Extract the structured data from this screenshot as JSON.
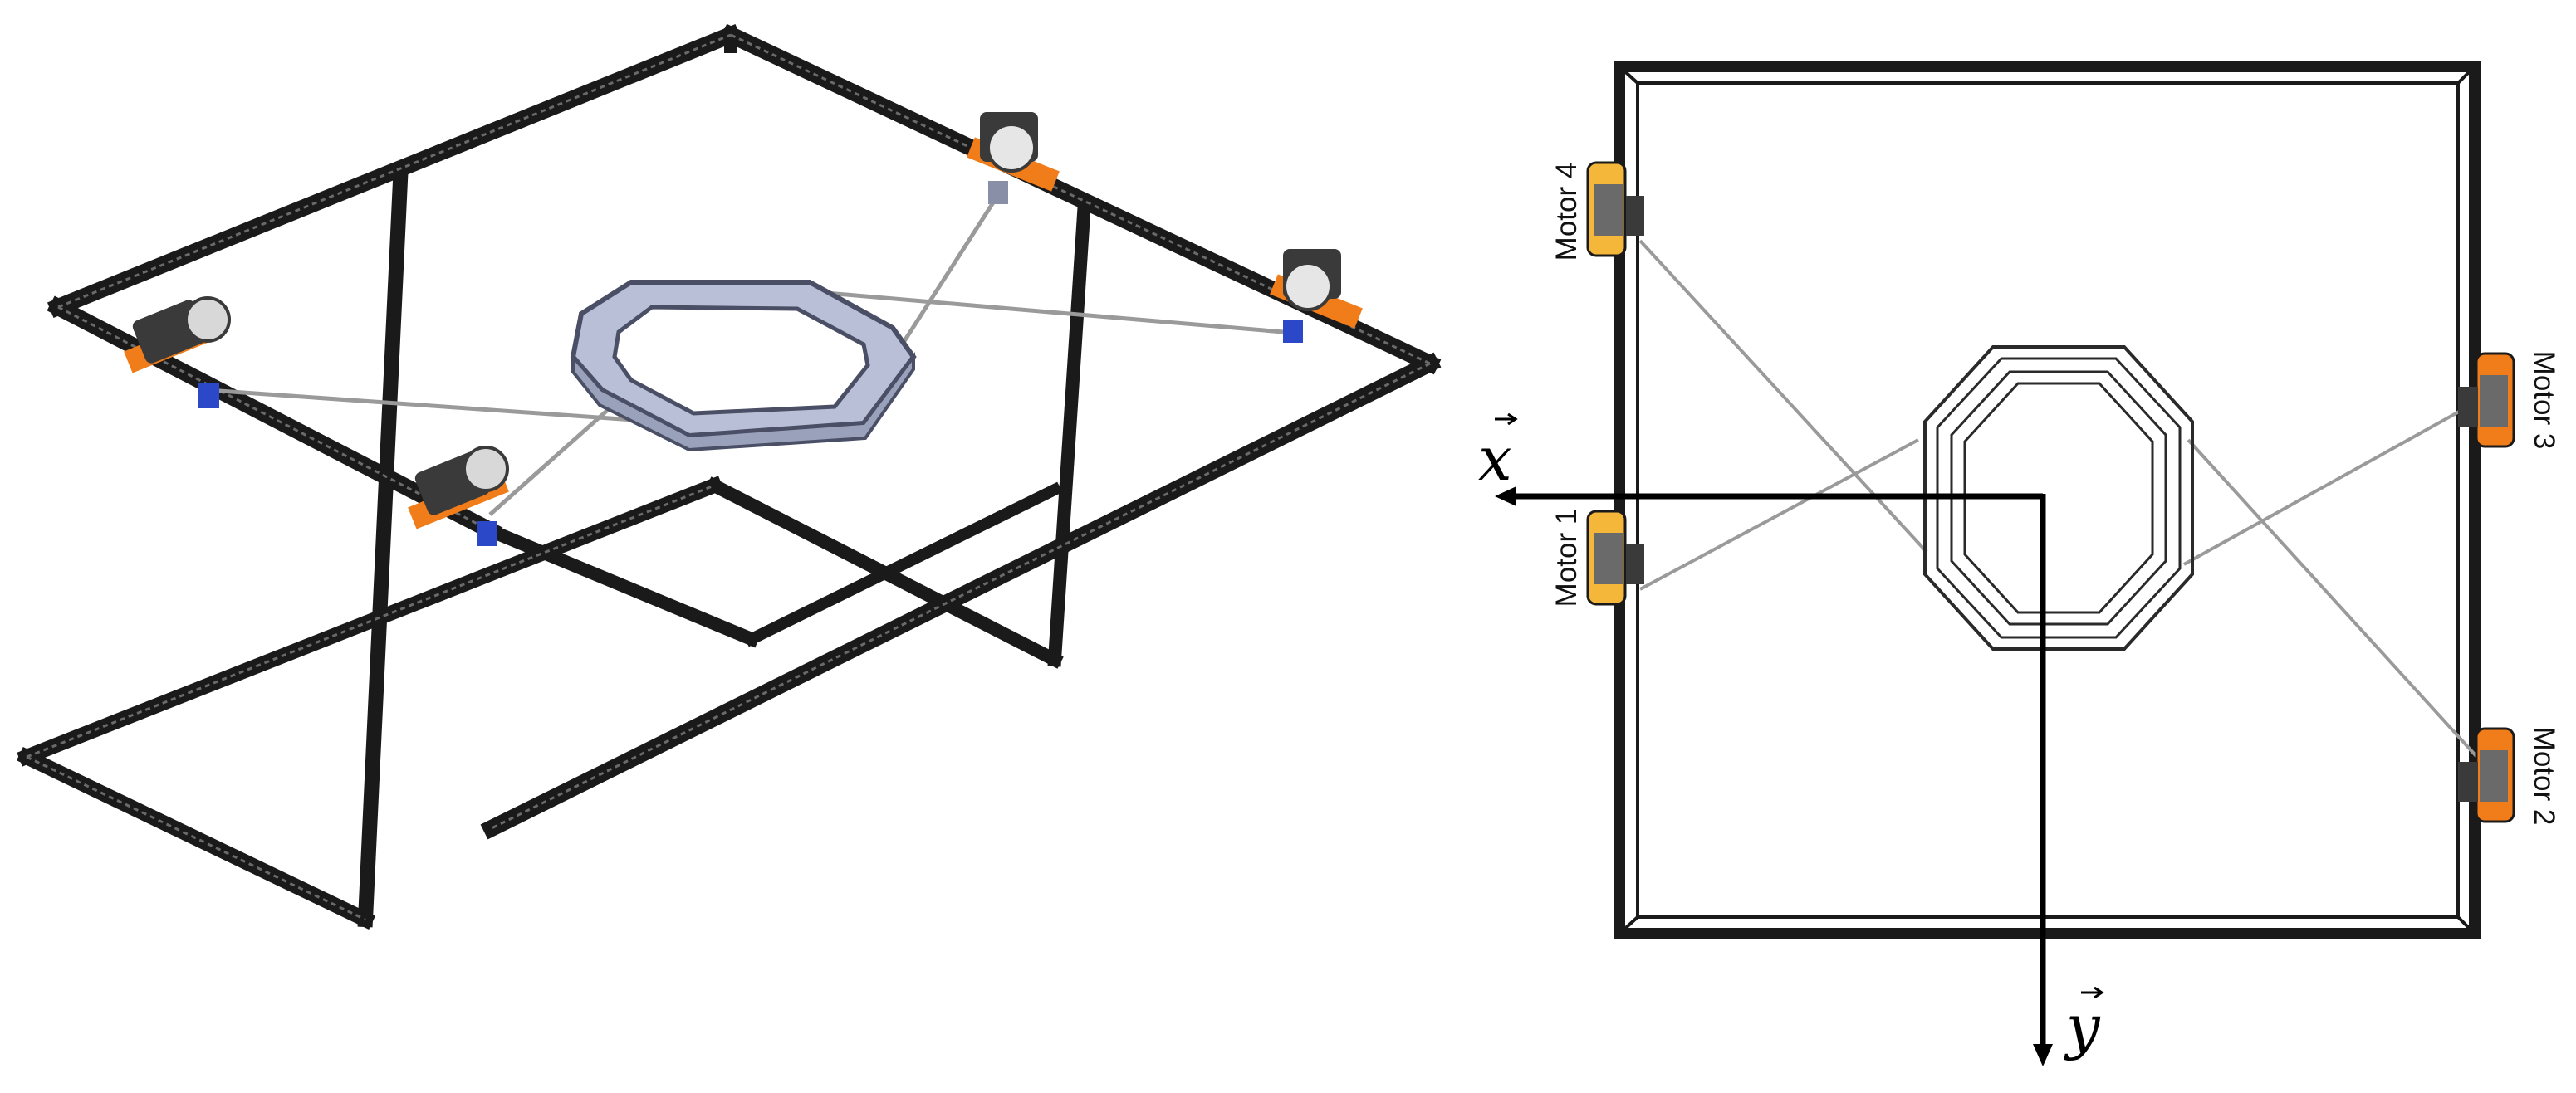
{
  "labels": {
    "motor_1": "Motor 1",
    "motor_2": "Motor 2",
    "motor_3": "Motor 3",
    "motor_4": "Motor 4",
    "axis_x": "x",
    "axis_y": "y"
  },
  "colors": {
    "frame": "#1a1a1a",
    "cable": "#9a9a9a",
    "bracket": "#f07c1a",
    "motor_top": "#f4b73a",
    "servo": "#2b48c8",
    "motor_body": "#3a3a3a",
    "ring": "#b8bfd6",
    "ring_edge": "#4a4f66",
    "axis": "#000000"
  }
}
